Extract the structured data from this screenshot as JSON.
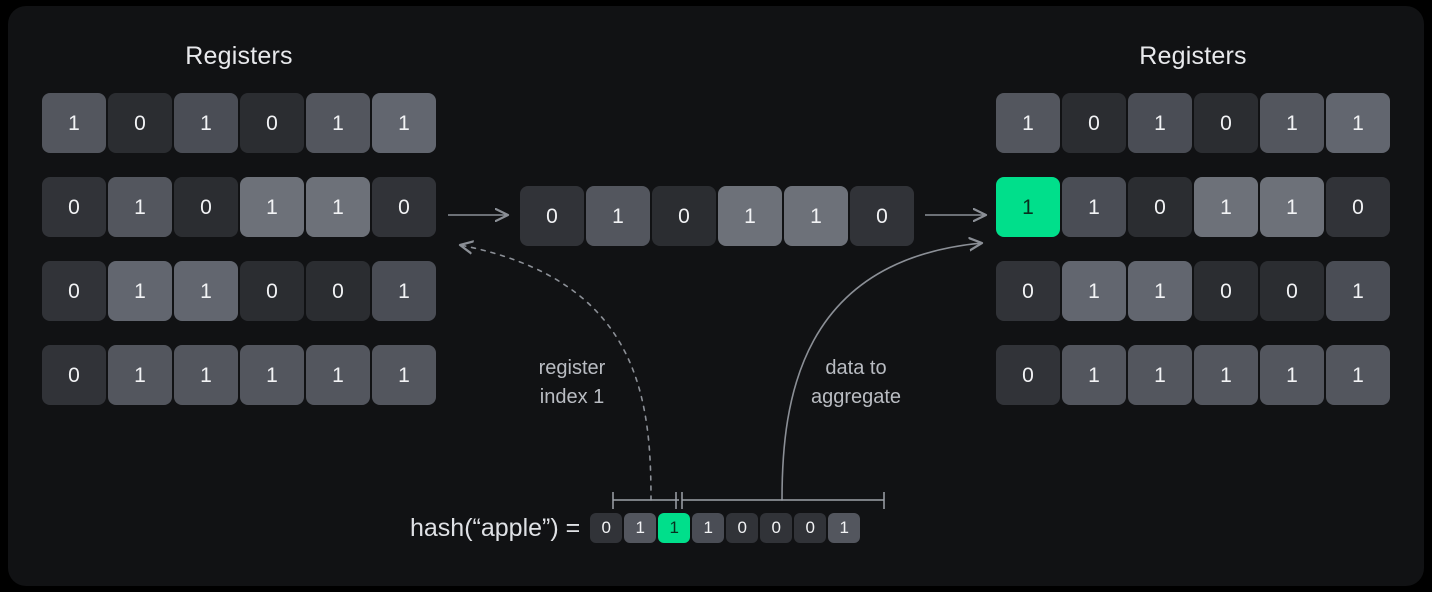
{
  "panel": {
    "background": "#111214",
    "page_background": "#000000"
  },
  "colors": {
    "accent_green": "#00df8b",
    "accent_green_text": "#07301f",
    "cell_zero_dark": "#2b2d31",
    "cell_one_mid": "#4a4d55",
    "cell_one_light": "#6d7179",
    "title_text": "#e8e9ec",
    "label_text": "#b9bcc2",
    "connector_line": "#8b8f96"
  },
  "left_grid": {
    "title": "Registers",
    "rows": [
      {
        "cells": [
          {
            "value": "1",
            "shade": "s-mid2"
          },
          {
            "value": "0",
            "shade": "s-dark"
          },
          {
            "value": "1",
            "shade": "s-mid"
          },
          {
            "value": "0",
            "shade": "s-dark"
          },
          {
            "value": "1",
            "shade": "s-mid2"
          },
          {
            "value": "1",
            "shade": "s-light"
          }
        ]
      },
      {
        "cells": [
          {
            "value": "0",
            "shade": "s-dark2"
          },
          {
            "value": "1",
            "shade": "s-mid2"
          },
          {
            "value": "0",
            "shade": "s-dark"
          },
          {
            "value": "1",
            "shade": "s-light2"
          },
          {
            "value": "1",
            "shade": "s-light2"
          },
          {
            "value": "0",
            "shade": "s-dark2"
          }
        ]
      },
      {
        "cells": [
          {
            "value": "0",
            "shade": "s-dark2"
          },
          {
            "value": "1",
            "shade": "s-light"
          },
          {
            "value": "1",
            "shade": "s-light"
          },
          {
            "value": "0",
            "shade": "s-dark"
          },
          {
            "value": "0",
            "shade": "s-dark"
          },
          {
            "value": "1",
            "shade": "s-mid"
          }
        ]
      },
      {
        "cells": [
          {
            "value": "0",
            "shade": "s-dark2"
          },
          {
            "value": "1",
            "shade": "s-mid2"
          },
          {
            "value": "1",
            "shade": "s-mid2"
          },
          {
            "value": "1",
            "shade": "s-mid2"
          },
          {
            "value": "1",
            "shade": "s-mid2"
          },
          {
            "value": "1",
            "shade": "s-mid2"
          }
        ]
      }
    ]
  },
  "middle_row": {
    "cells": [
      {
        "value": "0",
        "shade": "s-dark2"
      },
      {
        "value": "1",
        "shade": "s-mid2"
      },
      {
        "value": "0",
        "shade": "s-dark"
      },
      {
        "value": "1",
        "shade": "s-light2"
      },
      {
        "value": "1",
        "shade": "s-light2"
      },
      {
        "value": "0",
        "shade": "s-dark2"
      }
    ]
  },
  "right_grid": {
    "title": "Registers",
    "rows": [
      {
        "cells": [
          {
            "value": "1",
            "shade": "s-mid2"
          },
          {
            "value": "0",
            "shade": "s-dark"
          },
          {
            "value": "1",
            "shade": "s-mid"
          },
          {
            "value": "0",
            "shade": "s-dark"
          },
          {
            "value": "1",
            "shade": "s-mid2"
          },
          {
            "value": "1",
            "shade": "s-light"
          }
        ]
      },
      {
        "cells": [
          {
            "value": "1",
            "shade": "s-green"
          },
          {
            "value": "1",
            "shade": "s-mid"
          },
          {
            "value": "0",
            "shade": "s-dark"
          },
          {
            "value": "1",
            "shade": "s-light2"
          },
          {
            "value": "1",
            "shade": "s-light2"
          },
          {
            "value": "0",
            "shade": "s-dark2"
          }
        ]
      },
      {
        "cells": [
          {
            "value": "0",
            "shade": "s-dark2"
          },
          {
            "value": "1",
            "shade": "s-light"
          },
          {
            "value": "1",
            "shade": "s-light"
          },
          {
            "value": "0",
            "shade": "s-dark"
          },
          {
            "value": "0",
            "shade": "s-dark"
          },
          {
            "value": "1",
            "shade": "s-mid"
          }
        ]
      },
      {
        "cells": [
          {
            "value": "0",
            "shade": "s-dark2"
          },
          {
            "value": "1",
            "shade": "s-mid2"
          },
          {
            "value": "1",
            "shade": "s-mid2"
          },
          {
            "value": "1",
            "shade": "s-mid2"
          },
          {
            "value": "1",
            "shade": "s-mid2"
          },
          {
            "value": "1",
            "shade": "s-mid2"
          }
        ]
      }
    ]
  },
  "connectors": {
    "register_index_label": "register\nindex 1",
    "data_to_aggregate_label": "data to\naggregate"
  },
  "hash": {
    "label": "hash(“apple”) =",
    "bits": [
      {
        "value": "0",
        "shade": "s-dark2"
      },
      {
        "value": "1",
        "shade": "s-mid2"
      },
      {
        "value": "1",
        "shade": "s-green"
      },
      {
        "value": "1",
        "shade": "s-mid"
      },
      {
        "value": "0",
        "shade": "s-dark2"
      },
      {
        "value": "0",
        "shade": "s-dark2"
      },
      {
        "value": "0",
        "shade": "s-dark2"
      },
      {
        "value": "1",
        "shade": "s-mid2"
      }
    ]
  }
}
